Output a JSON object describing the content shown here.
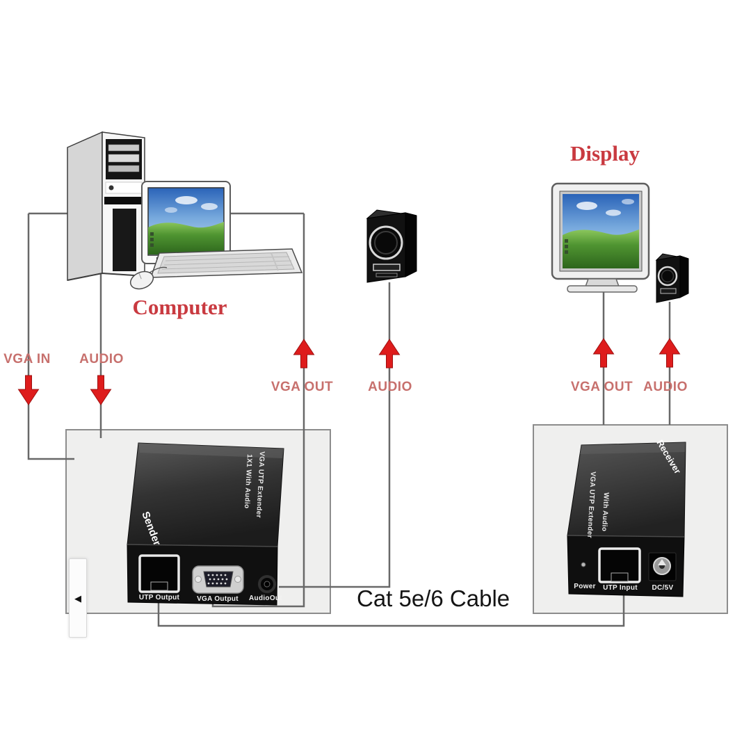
{
  "labels": {
    "computer": "Computer",
    "display": "Display",
    "cable": "Cat 5e/6 Cable"
  },
  "signals": {
    "vga_in": "VGA IN",
    "audio_in": "AUDIO",
    "vga_out_local": "VGA OUT",
    "audio_out_local": "AUDIO",
    "vga_out_remote": "VGA OUT",
    "audio_out_remote": "AUDIO"
  },
  "sender": {
    "unit_label": "Sender",
    "product_line1": "VGA UTP Extender",
    "product_line2": "1X1 With Audio",
    "ports": {
      "utp": "UTP Output",
      "vga": "VGA Output",
      "audio": "AudioOut"
    }
  },
  "receiver": {
    "unit_label": "Receiver",
    "product_line1": "VGA UTP Extender",
    "product_line2": "With Audio",
    "ports": {
      "power": "Power",
      "utp": "UTP Input",
      "dc": "DC/5V"
    }
  },
  "carousel": {
    "prev_icon": "◀"
  },
  "colors": {
    "signal_label": "#c7706d",
    "title_label": "#c93a40",
    "arrow": "#de1c1c",
    "line": "#686868",
    "photo_bg": "#efefee",
    "device_black": "#111111"
  }
}
